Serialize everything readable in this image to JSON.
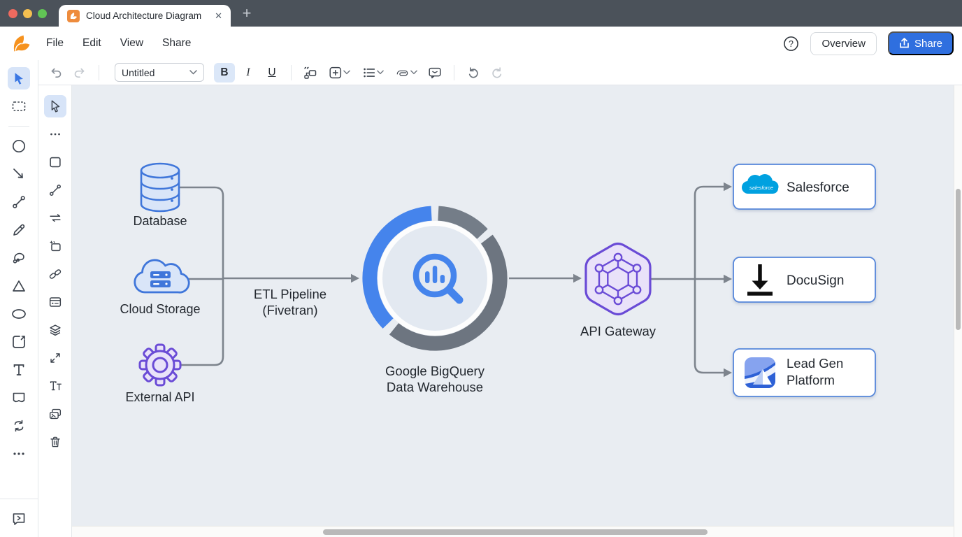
{
  "browser": {
    "tab_title": "Cloud Architecture Diagram",
    "close_glyph": "✕",
    "new_tab_glyph": "+"
  },
  "menu": {
    "items": [
      "File",
      "Edit",
      "View",
      "Share"
    ]
  },
  "header": {
    "help_glyph": "?",
    "overview_label": "Overview",
    "share_label": "Share"
  },
  "toolbar": {
    "doc_style_value": "Untitled",
    "bold_label": "B",
    "italic_label": "I",
    "underline_label": "U",
    "icons": [
      "undo",
      "redo",
      "style-select",
      "bold",
      "italic",
      "underline",
      "flowchart",
      "add-shape",
      "list",
      "attachment",
      "comment",
      "rotate-left",
      "rotate-right"
    ]
  },
  "sidebar_outer": {
    "tools": [
      "select",
      "frame",
      "ellipse",
      "arrow",
      "connector",
      "pencil",
      "freeform",
      "triangle",
      "oval",
      "note",
      "text",
      "callout",
      "flip",
      "more"
    ],
    "bottom_tools": [
      "feedback"
    ]
  },
  "sidebar_inner": {
    "tools": [
      "select",
      "more",
      "rectangle",
      "connector",
      "swap",
      "sticky",
      "link",
      "widget",
      "layers",
      "expand",
      "text-style",
      "image",
      "trash"
    ]
  },
  "diagram": {
    "database_label": "Database",
    "cloud_storage_label": "Cloud Storage",
    "external_api_label": "External API",
    "etl_line1": "ETL Pipeline",
    "etl_line2": "(Fivetran)",
    "bigquery_line1": "Google BigQuery",
    "bigquery_line2": "Data Warehouse",
    "api_gateway_label": "API Gateway",
    "salesforce_label": "Salesforce",
    "salesforce_logo_text": "salesforce",
    "docusign_label": "DocuSign",
    "leadgen_line1": "Lead Gen",
    "leadgen_line2": "Platform"
  },
  "colors": {
    "accent_blue": "#2f6fdf",
    "canvas_bg": "#e9edf2",
    "node_blue_stroke": "#3f76da",
    "node_blue_fill": "#d9e5f8",
    "node_purple_stroke": "#6a4bd6",
    "node_purple_fill": "#e9e2f9",
    "connector_gray": "#7d848d",
    "bigquery_blue": "#4584ec",
    "bigquery_ring_gray": "#6d7580",
    "salesforce_blue": "#00a1e0",
    "box_border": "#5586da",
    "chrome_bg": "#4b525a"
  }
}
